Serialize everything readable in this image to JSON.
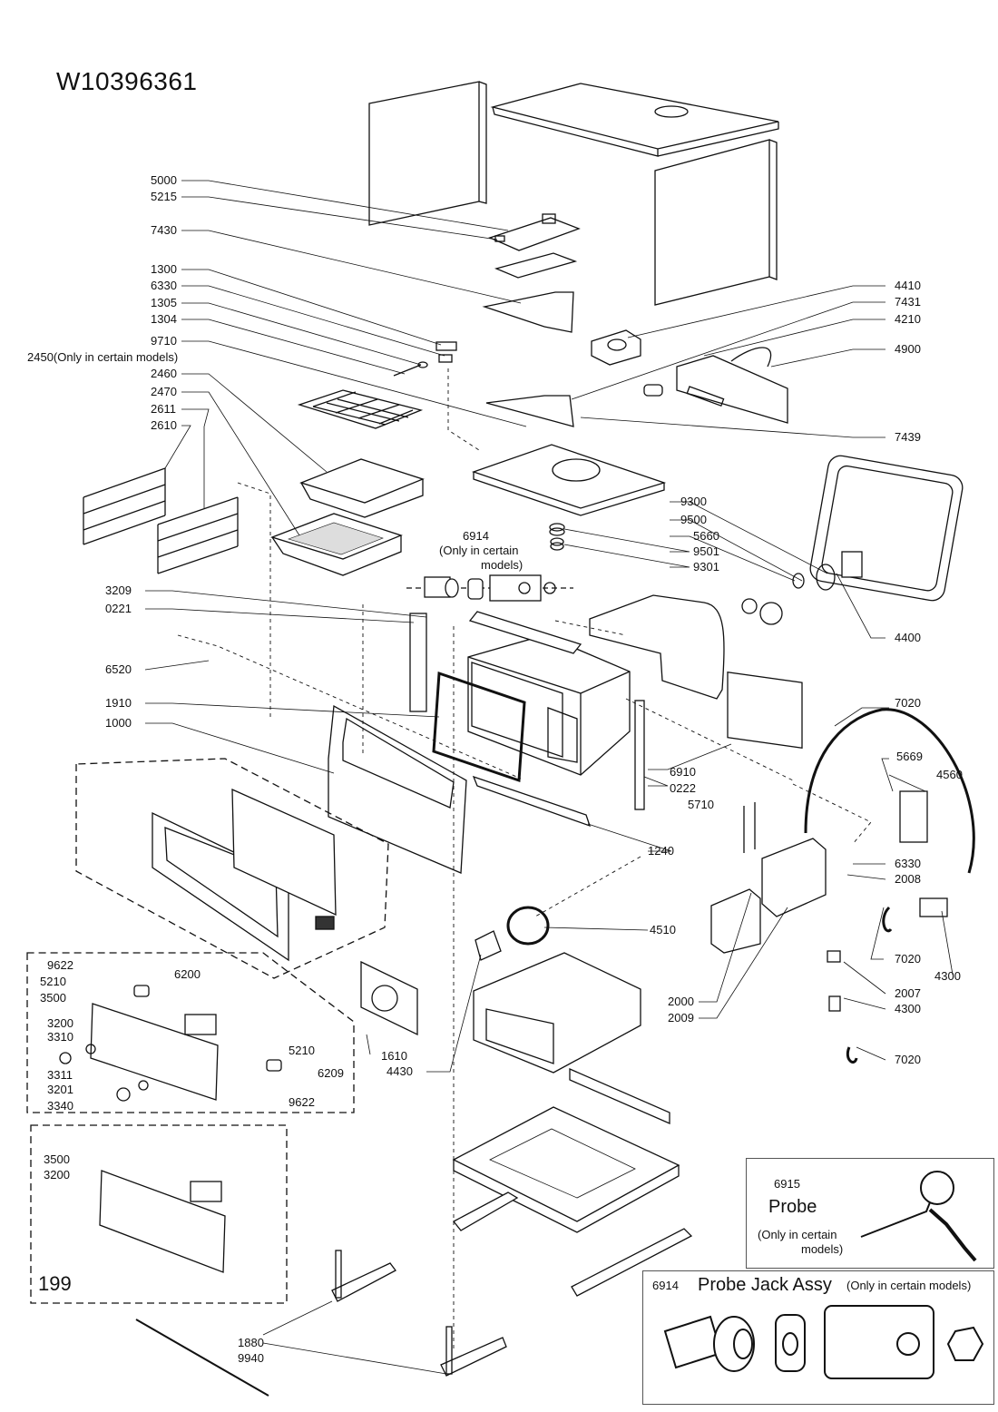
{
  "title": "W10396361",
  "labels_left": [
    {
      "id": "5000",
      "text": "5000"
    },
    {
      "id": "5215",
      "text": "5215"
    },
    {
      "id": "7430",
      "text": "7430"
    },
    {
      "id": "1300",
      "text": "1300"
    },
    {
      "id": "6330a",
      "text": "6330"
    },
    {
      "id": "1305",
      "text": "1305"
    },
    {
      "id": "1304",
      "text": "1304"
    },
    {
      "id": "9710",
      "text": "9710"
    },
    {
      "id": "2450",
      "text": "2450(Only in certain models)"
    },
    {
      "id": "2460",
      "text": "2460"
    },
    {
      "id": "2470",
      "text": "2470"
    },
    {
      "id": "2611",
      "text": "2611"
    },
    {
      "id": "2610",
      "text": "2610"
    },
    {
      "id": "3209",
      "text": "3209"
    },
    {
      "id": "0221",
      "text": "0221"
    },
    {
      "id": "6520",
      "text": "6520"
    },
    {
      "id": "1910",
      "text": "1910"
    },
    {
      "id": "1000",
      "text": "1000"
    }
  ],
  "labels_right": [
    {
      "id": "4410",
      "text": "4410"
    },
    {
      "id": "7431",
      "text": "7431"
    },
    {
      "id": "4210",
      "text": "4210"
    },
    {
      "id": "4900",
      "text": "4900"
    },
    {
      "id": "7439",
      "text": "7439"
    },
    {
      "id": "9300",
      "text": "9300"
    },
    {
      "id": "9500",
      "text": "9500"
    },
    {
      "id": "5660",
      "text": "5660"
    },
    {
      "id": "9501",
      "text": "9501"
    },
    {
      "id": "9301",
      "text": "9301"
    },
    {
      "id": "4400",
      "text": "4400"
    },
    {
      "id": "7020a",
      "text": "7020"
    },
    {
      "id": "5669",
      "text": "5669"
    },
    {
      "id": "4560",
      "text": "4560"
    },
    {
      "id": "6910",
      "text": "6910"
    },
    {
      "id": "0222",
      "text": "0222"
    },
    {
      "id": "5710",
      "text": "5710"
    },
    {
      "id": "1240",
      "text": "1240"
    },
    {
      "id": "6330b",
      "text": "6330"
    },
    {
      "id": "2008",
      "text": "2008"
    },
    {
      "id": "4510",
      "text": "4510"
    },
    {
      "id": "7020b",
      "text": "7020"
    },
    {
      "id": "4300a",
      "text": "4300"
    },
    {
      "id": "2007",
      "text": "2007"
    },
    {
      "id": "4300b",
      "text": "4300"
    },
    {
      "id": "2000",
      "text": "2000"
    },
    {
      "id": "2009",
      "text": "2009"
    },
    {
      "id": "7020c",
      "text": "7020"
    },
    {
      "id": "1610",
      "text": "1610"
    },
    {
      "id": "4430",
      "text": "4430"
    }
  ],
  "probe_jack_center": {
    "num": "6914",
    "line1": "(Only in certain",
    "line2": "models)"
  },
  "control_panel_labels": [
    {
      "id": "9622a",
      "text": "9622"
    },
    {
      "id": "6200",
      "text": "6200"
    },
    {
      "id": "5210a",
      "text": "5210"
    },
    {
      "id": "3500a",
      "text": "3500"
    },
    {
      "id": "3200a",
      "text": "3200"
    },
    {
      "id": "3310",
      "text": "3310"
    },
    {
      "id": "5210b",
      "text": "5210"
    },
    {
      "id": "6209",
      "text": "6209"
    },
    {
      "id": "3311",
      "text": "3311"
    },
    {
      "id": "3201",
      "text": "3201"
    },
    {
      "id": "3340",
      "text": "3340"
    },
    {
      "id": "9622b",
      "text": "9622"
    }
  ],
  "panel199": {
    "l1": "3500",
    "l2": "3200",
    "code": "199"
  },
  "bottom": {
    "l1": "1880",
    "l2": "9940"
  },
  "probe_box": {
    "num": "6915",
    "name": "Probe",
    "note1": "(Only in certain",
    "note2": "models)"
  },
  "jack_box": {
    "num": "6914",
    "name": "Probe Jack Assy",
    "note": "(Only in certain models)"
  }
}
